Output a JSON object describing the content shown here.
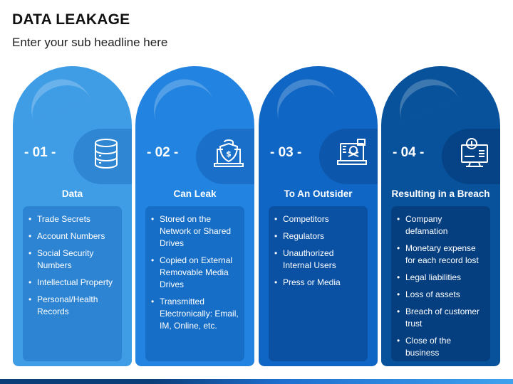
{
  "title": "DATA LEAKAGE",
  "subtitle": "Enter your sub headline here",
  "cards": [
    {
      "number": "- 01 -",
      "heading": "Data",
      "icon": "database-icon",
      "items": [
        "Trade Secrets",
        "Account Numbers",
        "Social Security Numbers",
        "Intellectual Property",
        "Personal/Health Records"
      ]
    },
    {
      "number": "- 02 -",
      "heading": "Can Leak",
      "icon": "laptop-shield-icon",
      "items": [
        "Stored on the Network or Shared Drives",
        "Copied on External Removable Media Drives",
        "Transmitted Electronically: Email, IM, Online, etc."
      ]
    },
    {
      "number": "- 03 -",
      "heading": "To An Outsider",
      "icon": "laptop-skull-icon",
      "items": [
        "Competitors",
        "Regulators",
        "Unauthorized Internal Users",
        "Press or Media"
      ]
    },
    {
      "number": "- 04 -",
      "heading": "Resulting in a Breach",
      "icon": "monitor-alert-icon",
      "items": [
        "Company defamation",
        "Monetary expense for each record lost",
        "Legal liabilities",
        "Loss of assets",
        "Breach of customer trust",
        "Close of the business"
      ]
    }
  ],
  "colors": {
    "card1": "#3f9de6",
    "card2": "#2284e0",
    "card3": "#0f66c4",
    "card4": "#08529c"
  }
}
